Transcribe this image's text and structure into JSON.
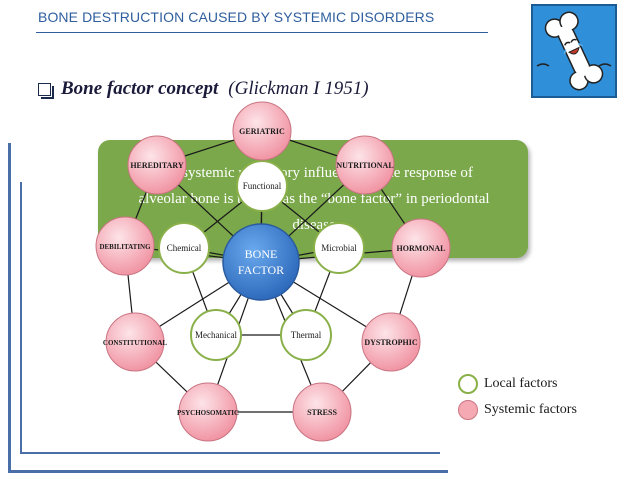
{
  "header": {
    "title": "BONE DESTRUCTION CAUSED BY SYSTEMIC DISORDERS"
  },
  "bullet": {
    "main": "Bone factor concept",
    "cite": "(Glickman I 1951)"
  },
  "green_box": {
    "lines": [
      "The systemic regulatory influence on the response of",
      "alveolar bone is termed as the “bone factor” in periodontal",
      "disease"
    ]
  },
  "diagram": {
    "center": {
      "line1": "BONE",
      "line2": "FACTOR"
    },
    "local_nodes": [
      "Functional",
      "Chemical",
      "Microbial",
      "Mechanical",
      "Thermal"
    ],
    "systemic_nodes": [
      "GERIATRIC",
      "NUTRITIONAL",
      "HORMONAL",
      "DYSTROPHIC",
      "STRESS",
      "PSYCHOSOMATIC",
      "CONSTITUTIONAL",
      "DEBILITATING",
      "HEREDITARY"
    ]
  },
  "legend": {
    "local": "Local factors",
    "systemic": "Systemic factors"
  },
  "colors": {
    "title": "#2e5e9e",
    "green": "#7aa84a",
    "center": "#3a7fd0",
    "systemic_fill": "#f4a9b3",
    "local_border": "#8ab04a"
  },
  "logo": {
    "icon": "laughing-bone-cartoon"
  }
}
